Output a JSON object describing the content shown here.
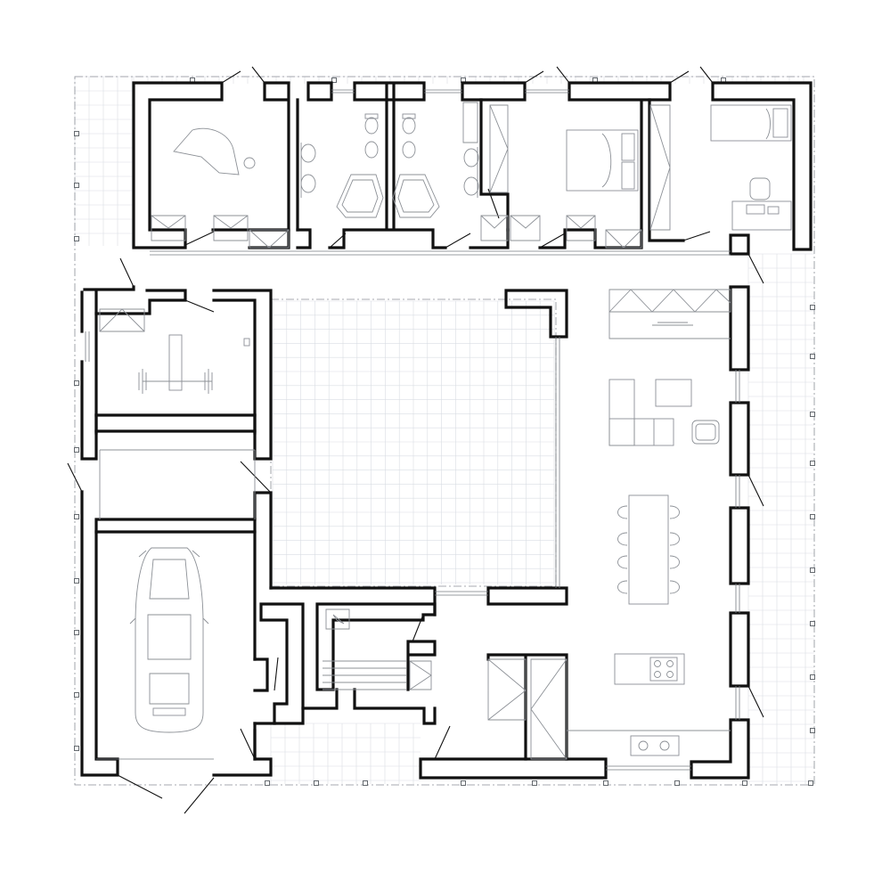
{
  "drawing": {
    "type": "architectural floor plan",
    "colors": {
      "wall": "#111111",
      "grid": "#d9dde3",
      "furniture": "#8c9096",
      "background": "#ffffff"
    },
    "rooms": [
      "music-room",
      "bathroom-left",
      "bathroom-right",
      "bedroom-double",
      "bedroom-single-study",
      "gym",
      "hall-passage",
      "garage",
      "courtyard",
      "living-dining-kitchen",
      "stair",
      "utility"
    ],
    "furniture": [
      "grand-piano-icon",
      "bathtub-icon",
      "washbasin-icon",
      "toilet-icon",
      "double-bed-icon",
      "single-bed-icon",
      "desk-chair-icon",
      "weight-bench-icon",
      "car-icon",
      "sofa-icon",
      "dining-table-icon",
      "cooktop-icon",
      "sink-icon"
    ]
  }
}
